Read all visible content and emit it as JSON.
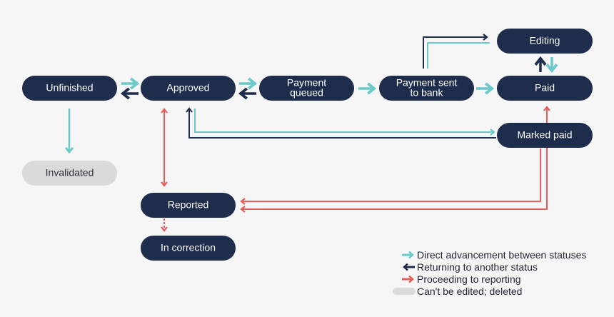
{
  "colors": {
    "node": "#1f2d4d",
    "disabled": "#dadada",
    "advance": "#6cc9c9",
    "return": "#1f2d4d",
    "report": "#ec5a5a"
  },
  "nodes": {
    "unfinished": "Unfinished",
    "approved": "Approved",
    "payment_queued": [
      "Payment",
      "queued"
    ],
    "payment_sent": [
      "Payment sent",
      "to bank"
    ],
    "paid": "Paid",
    "editing": "Editing",
    "marked_paid": "Marked paid",
    "invalidated": "Invalidated",
    "reported": "Reported",
    "in_correction": "In correction"
  },
  "legend": {
    "advance": "Direct advancement between statuses",
    "return": "Returning to another status",
    "report": "Proceeding to reporting",
    "deleted": "Can't be edited; deleted"
  }
}
